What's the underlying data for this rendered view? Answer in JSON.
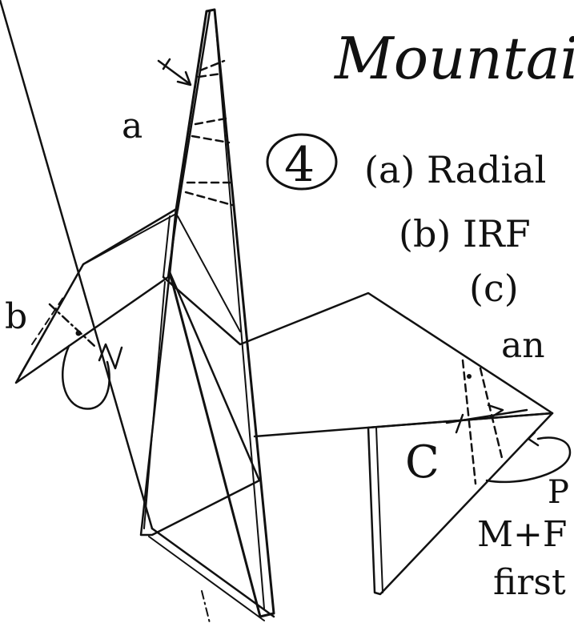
{
  "diagram": {
    "title": "Mountai",
    "step_number": "4",
    "instructions": {
      "a": "(a) Radial",
      "b": "(b) IRF",
      "c": "(c)",
      "c_cont": "an"
    },
    "labels": {
      "a": "a",
      "b": "b",
      "c": "C",
      "p": "P",
      "mtf": "M+F",
      "first": "first"
    }
  }
}
